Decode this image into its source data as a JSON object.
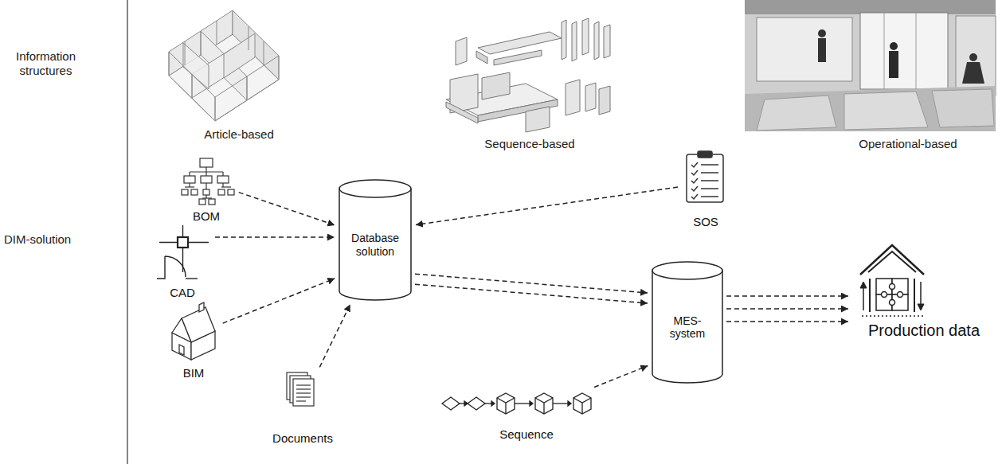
{
  "diagram": {
    "nodes": [
      {
        "text": [
          "BOM"
        ]
      },
      {
        "text": [
          "SOS"
        ]
      },
      {
        "text": [
          "Database solution"
        ]
      },
      {
        "text": [
          "CAD"
        ]
      },
      {
        "text": [
          "MES-system"
        ]
      },
      {
        "text": [
          "Production data"
        ]
      },
      {
        "text": [
          "BIM"
        ]
      },
      {
        "text": [
          "Documents"
        ]
      },
      {
        "text": [
          "Sequence"
        ]
      }
    ],
    "edges": [
      {
        "from": 0,
        "to": 2,
        "arrow": "to"
      },
      {
        "from": 3,
        "to": 2,
        "arrow": "to"
      },
      {
        "from": 6,
        "to": 2,
        "arrow": "to"
      },
      {
        "from": 7,
        "to": 2,
        "arrow": "to"
      },
      {
        "from": 1,
        "to": 2,
        "arrow": "to"
      },
      {
        "from": 2,
        "to": 4,
        "arrow": "to"
      },
      {
        "from": 2,
        "to": 4,
        "arrow": "to"
      },
      {
        "from": 8,
        "to": 4,
        "arrow": "to"
      },
      {
        "from": 4,
        "to": 5,
        "arrow": "to"
      },
      {
        "from": 4,
        "to": 5,
        "arrow": "to"
      },
      {
        "from": 4,
        "to": 5,
        "arrow": "to"
      }
    ],
    "labels": [
      "Information structures",
      "DIM-solution",
      "Article-based",
      "Sequence-based",
      "Operational-based"
    ]
  }
}
